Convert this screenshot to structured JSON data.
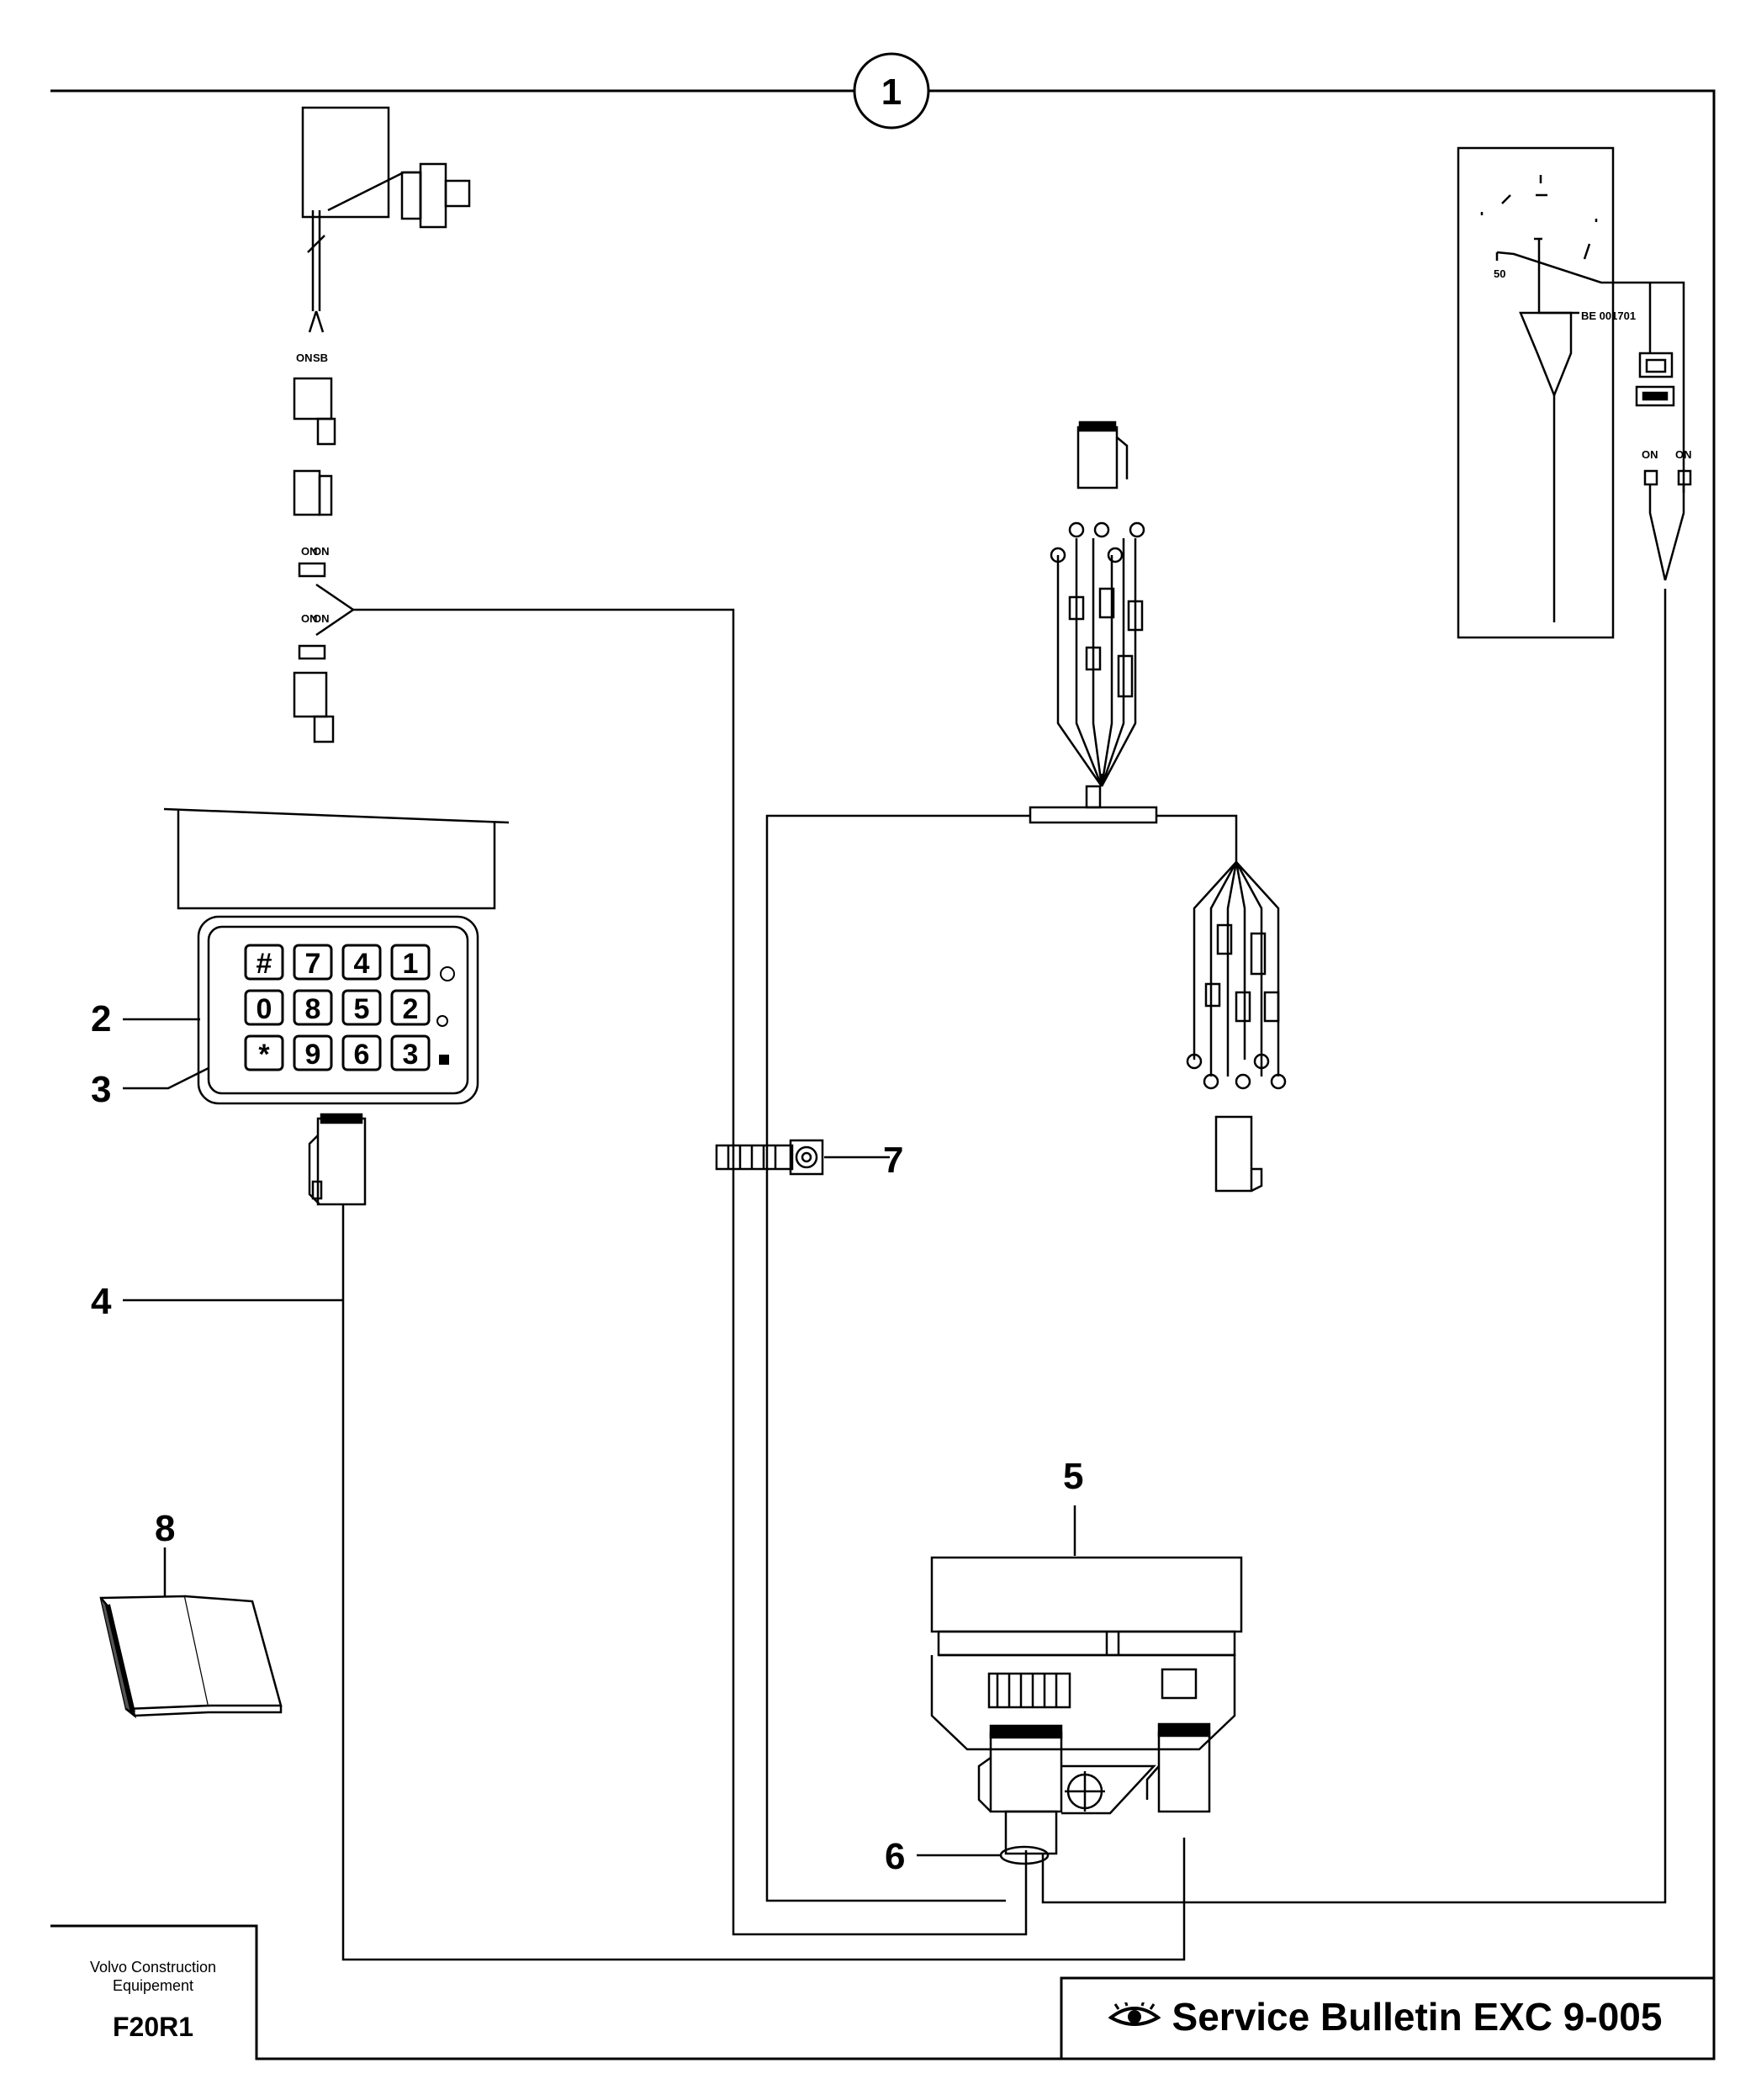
{
  "callout_top": "1",
  "callouts": {
    "c2": "2",
    "c3": "3",
    "c4": "4",
    "c5": "5",
    "c6": "6",
    "c7": "7",
    "c8": "8"
  },
  "keypad": {
    "row1": [
      "#",
      "7",
      "4",
      "1"
    ],
    "row2": [
      "0",
      "8",
      "5",
      "2"
    ],
    "row3": [
      "*",
      "9",
      "6",
      "3"
    ]
  },
  "gauge": {
    "value_label": "50",
    "part_label": "BE 001701"
  },
  "footer": {
    "company": "Volvo Construction Equipement",
    "figure_code": "F20R1",
    "bulletin_title": "Service Bulletin EXC 9-005"
  },
  "icons": {
    "bulletin_icon": "eye-icon",
    "manual_icon": "open-book-icon"
  }
}
